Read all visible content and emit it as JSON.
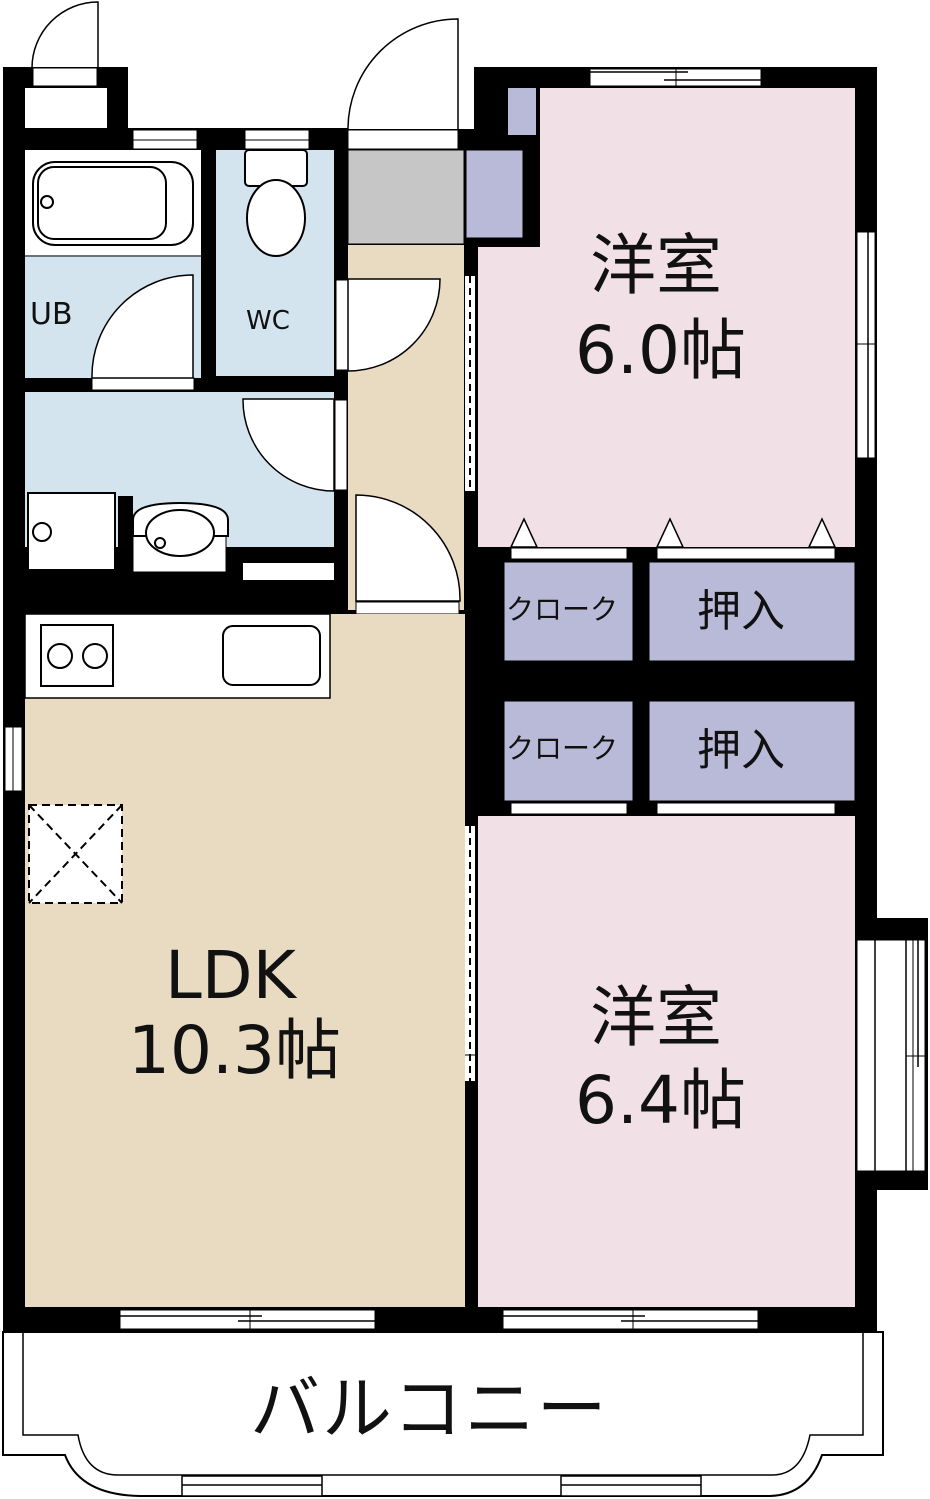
{
  "plan": {
    "colors": {
      "wall": "#000000",
      "western_room": "#f1e1e6",
      "ldk": "#e8dbc2",
      "wet_area": "#d3e4ee",
      "closet": "#b9bad8",
      "entrance": "#c6c6c6",
      "window": "#ffffff"
    },
    "rooms": {
      "bedroom1": {
        "name": "洋室",
        "size": "6.0帖"
      },
      "bedroom2": {
        "name": "洋室",
        "size": "6.4帖"
      },
      "ldk": {
        "name": "LDK",
        "size": "10.3帖"
      },
      "bath": {
        "name": "UB"
      },
      "toilet": {
        "name": "WC"
      },
      "closet1": {
        "name": "クローク"
      },
      "oshiire1": {
        "name": "押入"
      },
      "closet2": {
        "name": "クローク"
      },
      "oshiire2": {
        "name": "押入"
      },
      "balcony": {
        "name": "バルコニー"
      }
    }
  }
}
